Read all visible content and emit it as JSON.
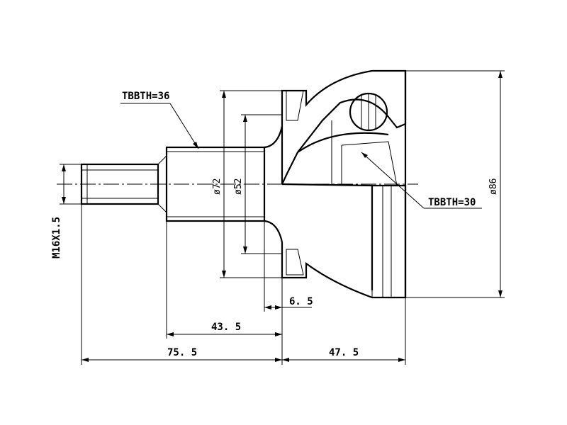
{
  "labels": {
    "spline_outer": "TBBTH=36",
    "spline_inner": "TBBTH=30",
    "thread": "M16X1.5",
    "dia_72": "ø72",
    "dia_52": "ø52",
    "dia_86": "ø86",
    "len_6_5": "6. 5",
    "len_43_5": "43. 5",
    "len_75_5": "75. 5",
    "len_47_5": "47. 5"
  }
}
